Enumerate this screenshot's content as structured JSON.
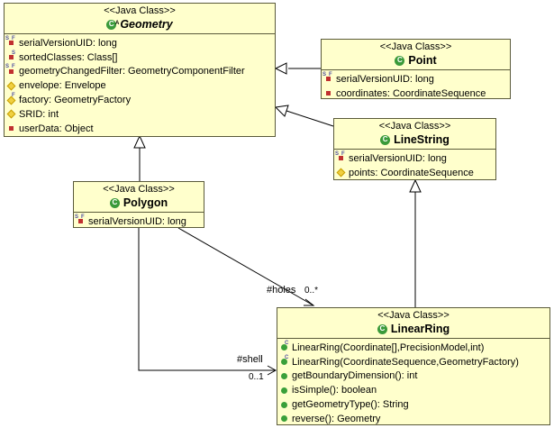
{
  "geometry": {
    "stereotype": "<<Java Class>>",
    "name": "Geometry",
    "fields": [
      {
        "text": "serialVersionUID: long",
        "icon": "static-final-private"
      },
      {
        "text": "sortedClasses: Class[]",
        "icon": "static-private"
      },
      {
        "text": "geometryChangedFilter: GeometryComponentFilter",
        "icon": "static-final-private"
      },
      {
        "text": "envelope: Envelope",
        "icon": "protected"
      },
      {
        "text": "factory: GeometryFactory",
        "icon": "final-protected"
      },
      {
        "text": "SRID: int",
        "icon": "protected"
      },
      {
        "text": "userData: Object",
        "icon": "private"
      }
    ]
  },
  "point": {
    "stereotype": "<<Java Class>>",
    "name": "Point",
    "fields": [
      {
        "text": "serialVersionUID: long",
        "icon": "static-final-private"
      },
      {
        "text": "coordinates: CoordinateSequence",
        "icon": "private"
      }
    ]
  },
  "linestring": {
    "stereotype": "<<Java Class>>",
    "name": "LineString",
    "fields": [
      {
        "text": "serialVersionUID: long",
        "icon": "static-final-private"
      },
      {
        "text": "points: CoordinateSequence",
        "icon": "protected"
      }
    ]
  },
  "polygon": {
    "stereotype": "<<Java Class>>",
    "name": "Polygon",
    "fields": [
      {
        "text": "serialVersionUID: long",
        "icon": "static-final-private"
      }
    ]
  },
  "linearring": {
    "stereotype": "<<Java Class>>",
    "name": "LinearRing",
    "methods": [
      {
        "text": "LinearRing(Coordinate[],PrecisionModel,int)",
        "icon": "constructor"
      },
      {
        "text": "LinearRing(CoordinateSequence,GeometryFactory)",
        "icon": "constructor"
      },
      {
        "text": "getBoundaryDimension(): int",
        "icon": "public"
      },
      {
        "text": "isSimple(): boolean",
        "icon": "public"
      },
      {
        "text": "getGeometryType(): String",
        "icon": "public"
      },
      {
        "text": "reverse(): Geometry",
        "icon": "public"
      }
    ]
  },
  "associations": {
    "holes_role": "#holes",
    "holes_mult": "0..*",
    "shell_role": "#shell",
    "shell_mult": "0..1"
  }
}
